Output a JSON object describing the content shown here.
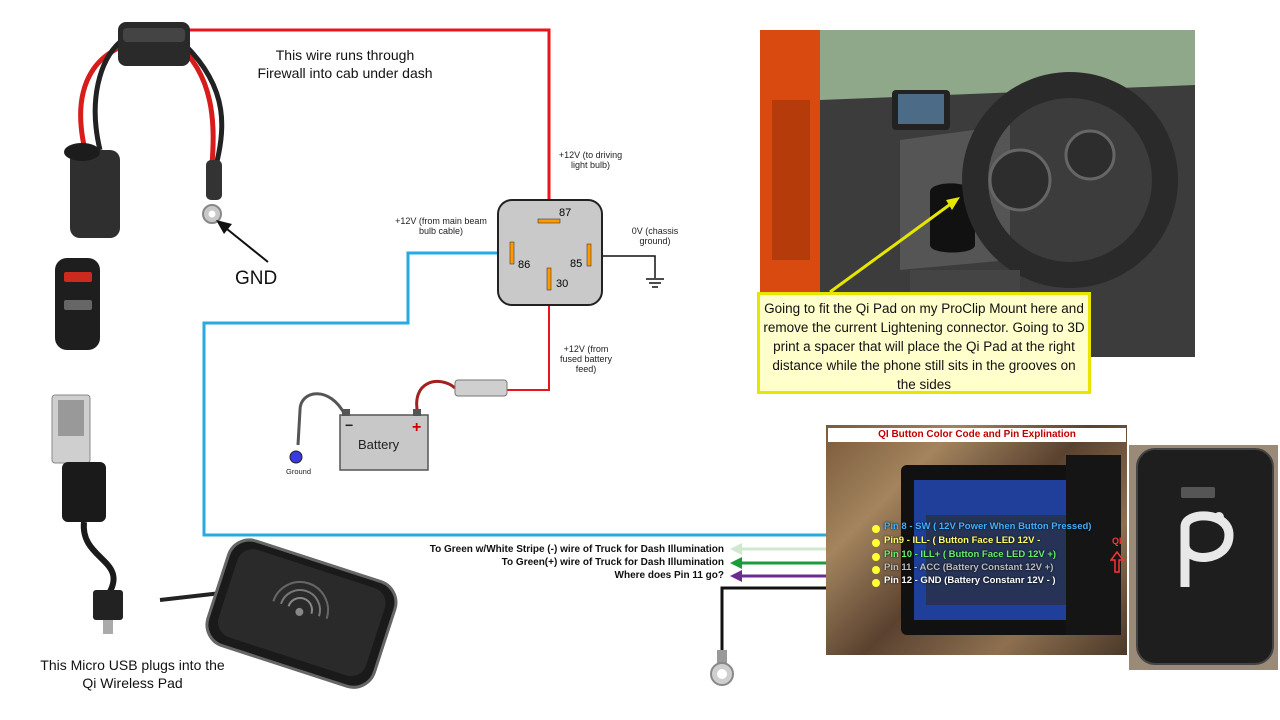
{
  "notes": {
    "firewall_wire": "This wire runs through Firewall into cab under dash",
    "gnd": "GND",
    "micro_usb": "This Micro USB plugs into the Qi Wireless Pad",
    "callout": "Going to fit the Qi Pad on my ProClip Mount here and remove the current Lightening connector.  Going to 3D print a spacer that will place the Qi Pad at the right distance while the phone still sits in the grooves on the sides"
  },
  "relay": {
    "pin87": "87",
    "pin86": "86",
    "pin85": "85",
    "pin30": "30",
    "label87": "+12V (to driving light bulb)",
    "label86": "+12V (from main beam bulb cable)",
    "label85": "0V (chassis ground)",
    "label30": "+12V (from fused battery feed)"
  },
  "battery": {
    "label": "Battery",
    "minus": "−",
    "plus": "+",
    "ground": "Ground"
  },
  "qi_panel": {
    "title": "QI Button Color Code and Pin Explination",
    "side_text": "QI",
    "pins": [
      {
        "text": "Pin 8 - SW ( 12V Power When Button Pressed)",
        "color": "#3fb0ff"
      },
      {
        "text": "Pin9 - ILL- ( Button Face LED 12V -",
        "color": "#ffff66"
      },
      {
        "text": "Pin 10 - ILL+ ( Button Face LED 12V +)",
        "color": "#66ee66"
      },
      {
        "text": "Pin 11 - ACC (Battery Constant 12V +)",
        "color": "#bbbbbb"
      },
      {
        "text": "Pin 12 - GND (Battery Constanr 12V - )",
        "color": "#ffffff"
      }
    ]
  },
  "wire_notes": [
    "To Green w/White Stripe (-) wire of Truck for Dash Illumination",
    "To Green(+) wire of Truck for Dash Illumination",
    "Where does Pin 11 go?"
  ],
  "colors": {
    "red_wire": "#e8161b",
    "blue_wire": "#27a9e1",
    "green_wire": "#1a9c3c",
    "purple_wire": "#6a2c91",
    "black_wire": "#111111",
    "callout_border": "#e6e600"
  }
}
